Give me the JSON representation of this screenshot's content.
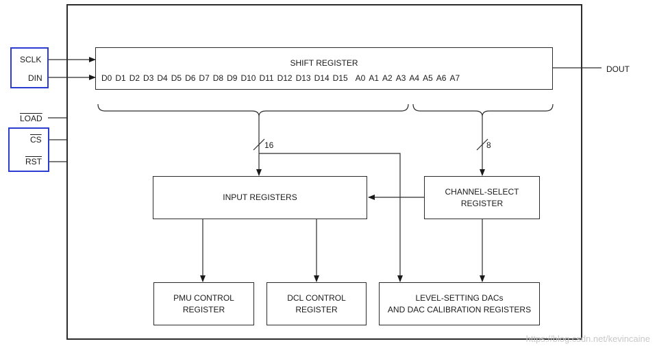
{
  "pins": {
    "sclk": "SCLK",
    "din": "DIN",
    "load": "LOAD",
    "cs": "CS",
    "rst": "RST",
    "dout": "DOUT"
  },
  "blocks": {
    "shift_register": "SHIFT REGISTER",
    "input_registers": "INPUT REGISTERS",
    "channel_select": "CHANNEL-SELECT\nREGISTER",
    "pmu_control": "PMU CONTROL\nREGISTER",
    "dcl_control": "DCL CONTROL\nREGISTER",
    "level_setting": "LEVEL-SETTING DACs\nAND DAC CALIBRATION REGISTERS"
  },
  "shift_bits": [
    "D0",
    "D1",
    "D2",
    "D3",
    "D4",
    "D5",
    "D6",
    "D7",
    "D8",
    "D9",
    "D10",
    "D11",
    "D12",
    "D13",
    "D14",
    "D15",
    "A0",
    "A1",
    "A2",
    "A3",
    "A4",
    "A5",
    "A6",
    "A7"
  ],
  "bus_widths": {
    "data": "16",
    "address": "8"
  },
  "watermark": "https://blog.csdn.net/kevincaine",
  "colors": {
    "line": "#2a2a2a",
    "highlight": "#2a3bd0"
  }
}
